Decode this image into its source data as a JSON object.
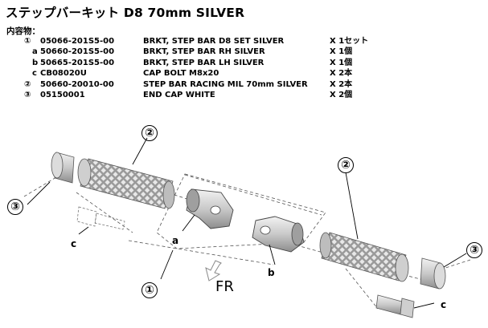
{
  "title": "ステップバーキット D8 70mm SILVER",
  "contents_label": "内容物：",
  "parts": [
    {
      "mark": "①",
      "part_no": "05066-201S5-00",
      "description": "BRKT, STEP BAR D8  SET SILVER",
      "qty": "X 1セット"
    },
    {
      "mark": "a",
      "part_no": "50660-201S5-00",
      "description": "BRKT, STEP BAR RH SILVER",
      "qty": "X 1個"
    },
    {
      "mark": "b",
      "part_no": "50665-201S5-00",
      "description": "BRKT, STEP BAR LH SILVER",
      "qty": "X 1個"
    },
    {
      "mark": "c",
      "part_no": "CB08020U",
      "description": "CAP BOLT M8x20",
      "qty": "X 2本"
    },
    {
      "mark": "②",
      "part_no": "50660-20010-00",
      "description": "STEP BAR RACING MIL 70mm SILVER",
      "qty": "X 2本"
    },
    {
      "mark": "③",
      "part_no": "05150001",
      "description": "END CAP WHITE",
      "qty": "X 2個"
    }
  ],
  "diagram": {
    "direction_label": "FR",
    "callouts": {
      "step_bar_left": "②",
      "step_bar_right": "②",
      "end_cap_left": "③",
      "end_cap_right": "③",
      "bracket_set": "①",
      "bracket_a": "a",
      "bracket_b": "b",
      "bolt_left": "c",
      "bolt_right": "c"
    }
  }
}
